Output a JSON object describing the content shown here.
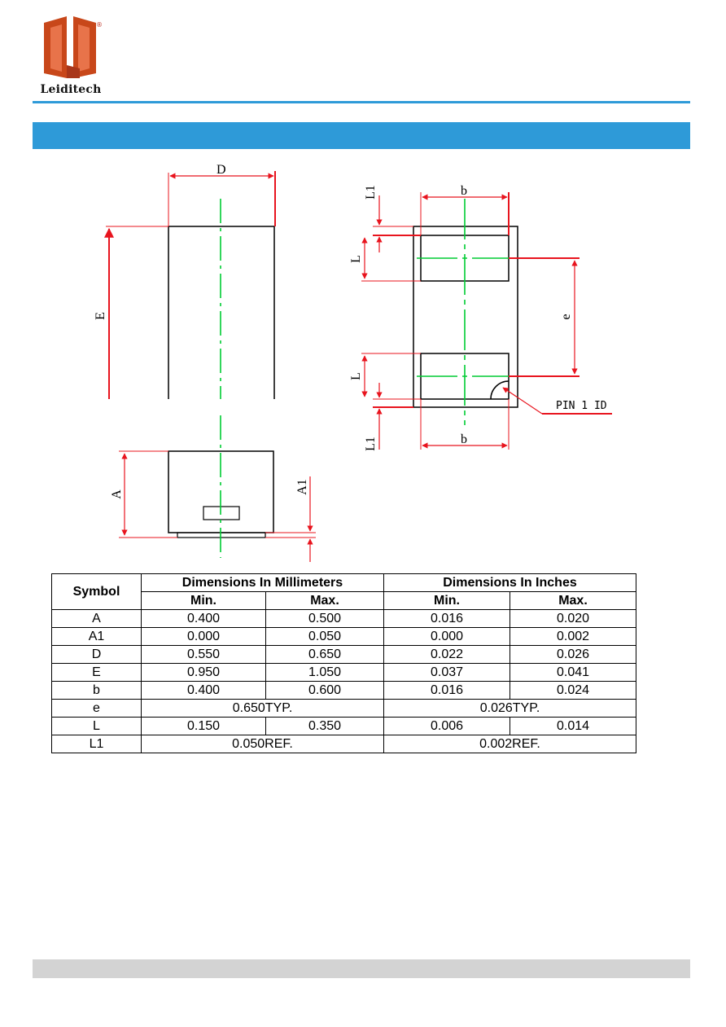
{
  "brand": {
    "name": "Leiditech",
    "registered_mark": "®",
    "logo_color": "#c8471a"
  },
  "colors": {
    "accent_blue": "#2e9ad8",
    "dimension_red": "#e8141e",
    "centerline_green": "#00cc33",
    "footer_gray": "#d3d3d3"
  },
  "drawing": {
    "labels": {
      "D": "D",
      "E": "E",
      "A": "A",
      "A1": "A1",
      "L1_top": "L1",
      "L_top": "L",
      "b_top": "b",
      "e": "e",
      "L_bottom": "L",
      "L1_bottom": "L1",
      "b_bottom": "b",
      "pin1": "PIN 1 ID"
    }
  },
  "table": {
    "symbol_header": "Symbol",
    "mm_header": "Dimensions In Millimeters",
    "in_header": "Dimensions In Inches",
    "min_label": "Min.",
    "max_label": "Max.",
    "rows": [
      {
        "symbol": "A",
        "mm_min": "0.400",
        "mm_max": "0.500",
        "in_min": "0.016",
        "in_max": "0.020"
      },
      {
        "symbol": "A1",
        "mm_min": "0.000",
        "mm_max": "0.050",
        "in_min": "0.000",
        "in_max": "0.002"
      },
      {
        "symbol": "D",
        "mm_min": "0.550",
        "mm_max": "0.650",
        "in_min": "0.022",
        "in_max": "0.026"
      },
      {
        "symbol": "E",
        "mm_min": "0.950",
        "mm_max": "1.050",
        "in_min": "0.037",
        "in_max": "0.041"
      },
      {
        "symbol": "b",
        "mm_min": "0.400",
        "mm_max": "0.600",
        "in_min": "0.016",
        "in_max": "0.024"
      },
      {
        "symbol": "e",
        "mm_span": "0.650TYP.",
        "in_span": "0.026TYP."
      },
      {
        "symbol": "L",
        "mm_min": "0.150",
        "mm_max": "0.350",
        "in_min": "0.006",
        "in_max": "0.014"
      },
      {
        "symbol": "L1",
        "mm_span": "0.050REF.",
        "in_span": "0.002REF."
      }
    ]
  }
}
